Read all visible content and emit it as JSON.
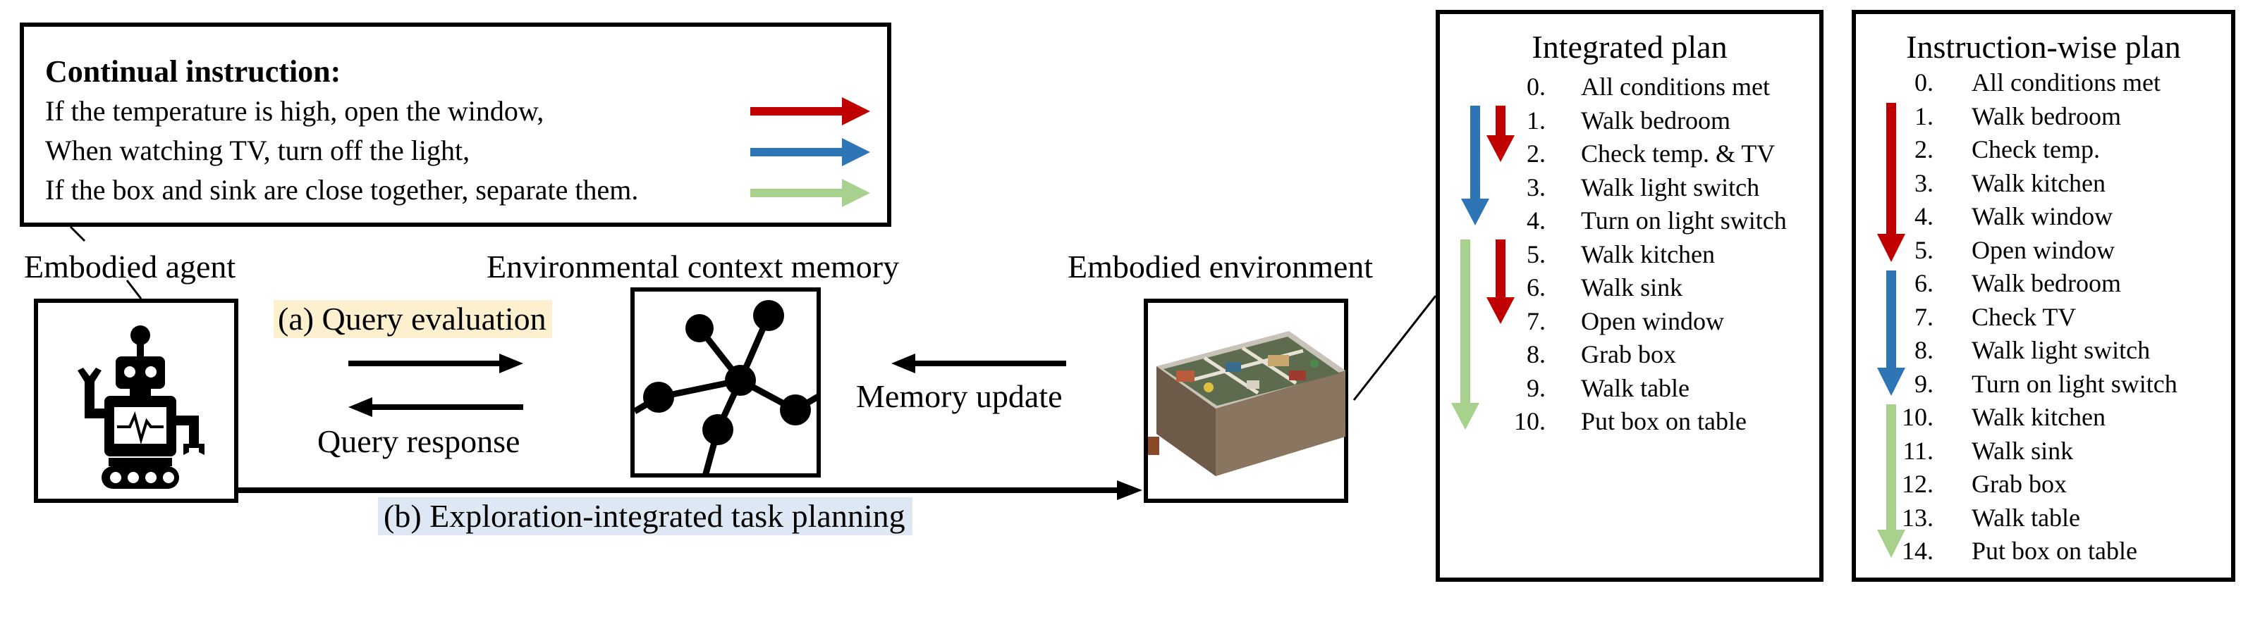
{
  "instruction_box": {
    "heading": "Continual instruction:",
    "lines": [
      {
        "text": "If the temperature is high, open the window,",
        "arrow_color": "#c00000"
      },
      {
        "text": "When watching TV, turn off the light,",
        "arrow_color": "#2e75b6"
      },
      {
        "text": "If the box and sink are close together, separate them.",
        "arrow_color": "#a9d18e"
      }
    ]
  },
  "nodes": {
    "agent": "Embodied agent",
    "memory": "Environmental context memory",
    "environment": "Embodied environment"
  },
  "edges": {
    "query_evaluation": "(a) Query evaluation",
    "query_response": "Query response",
    "memory_update": "Memory update",
    "exploration": "(b) Exploration-integrated task planning"
  },
  "highlight_colors": {
    "query_evaluation": "#fdf0cf",
    "exploration": "#dee8f4"
  },
  "icons": {
    "agent": "robot-icon",
    "memory": "graph-network-icon",
    "environment": "floorplan-3d-icon"
  },
  "integrated_plan": {
    "title": "Integrated plan",
    "steps": [
      {
        "num": "0.",
        "text": "All conditions met"
      },
      {
        "num": "1.",
        "text": "Walk bedroom"
      },
      {
        "num": "2.",
        "text": "Check temp. & TV"
      },
      {
        "num": "3.",
        "text": "Walk light switch"
      },
      {
        "num": "4.",
        "text": "Turn on light switch"
      },
      {
        "num": "5.",
        "text": "Walk kitchen"
      },
      {
        "num": "6.",
        "text": "Walk sink"
      },
      {
        "num": "7.",
        "text": "Open window"
      },
      {
        "num": "8.",
        "text": "Grab box"
      },
      {
        "num": "9.",
        "text": "Walk table"
      },
      {
        "num": "10.",
        "text": "Put box on table"
      }
    ]
  },
  "instruction_wise_plan": {
    "title": "Instruction-wise plan",
    "steps": [
      {
        "num": "0.",
        "text": "All conditions met"
      },
      {
        "num": "1.",
        "text": "Walk bedroom"
      },
      {
        "num": "2.",
        "text": "Check temp."
      },
      {
        "num": "3.",
        "text": "Walk kitchen"
      },
      {
        "num": "4.",
        "text": "Walk window"
      },
      {
        "num": "5.",
        "text": "Open window"
      },
      {
        "num": "6.",
        "text": "Walk bedroom"
      },
      {
        "num": "7.",
        "text": "Check TV"
      },
      {
        "num": "8.",
        "text": "Walk light switch"
      },
      {
        "num": "9.",
        "text": "Turn on light switch"
      },
      {
        "num": "10.",
        "text": "Walk kitchen"
      },
      {
        "num": "11.",
        "text": "Walk sink"
      },
      {
        "num": "12.",
        "text": "Grab box"
      },
      {
        "num": "13.",
        "text": "Walk table"
      },
      {
        "num": "14.",
        "text": "Put box on table"
      }
    ]
  }
}
